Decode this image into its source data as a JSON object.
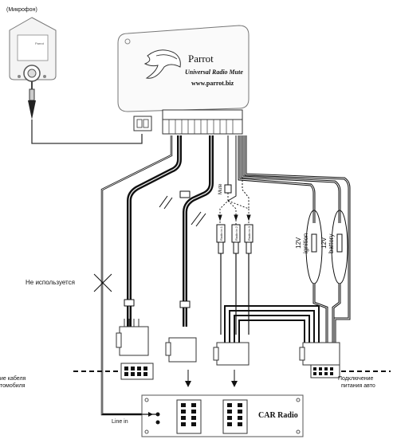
{
  "mic_label": "(Микрофон)",
  "mic_screen_text": "Parrot",
  "unit": {
    "brand": "Parrot",
    "product": "Universal Radio Mute",
    "url": "www.parrot.biz"
  },
  "mute_label": "Mute",
  "radio_in_labels": [
    "Radio in 1",
    "Radio in 2",
    "Radio in 3"
  ],
  "ignition_label": "12V\nignition",
  "ignition_line1": "12V",
  "ignition_line2": "ignition",
  "battery_line1": "12V",
  "battery_line2": "battery",
  "not_used_label": "Не используется",
  "left_cable_line1": "ие кабеля",
  "left_cable_line2": "томобиля",
  "right_power_line1": "Подключение",
  "right_power_line2": "питания авто",
  "line_in_label": "Line in",
  "car_radio_label": "CAR Radio"
}
